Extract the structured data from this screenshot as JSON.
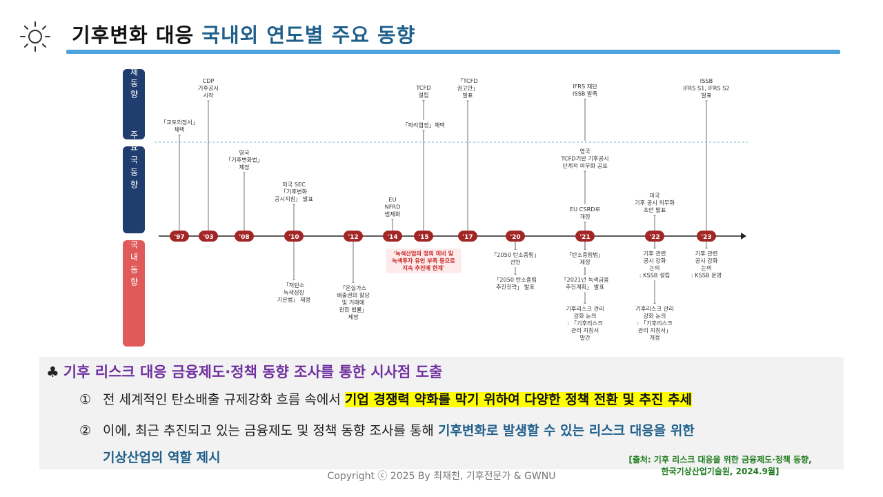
{
  "header": {
    "title_part1": "기후변화 대응",
    "title_part2": "국내외 연도별 주요 동향"
  },
  "timeline": {
    "row_labels": {
      "international": "국제동향",
      "major": "주요국동향",
      "domestic": "국내동향"
    },
    "years": [
      "'97",
      "'03",
      "'08",
      "'10",
      "'12",
      "'14",
      "'15",
      "'17",
      "'20",
      "'21",
      "'22",
      "'23"
    ],
    "international": [
      {
        "year": "'97",
        "lines": [
          "「교토의정서」",
          "채택"
        ]
      },
      {
        "year": "'03",
        "lines": [
          "CDP",
          "기후공시",
          "시작"
        ]
      },
      {
        "year": "'15a",
        "lines": [
          "TCFD",
          "설립"
        ]
      },
      {
        "year": "'15b",
        "lines": [
          "「파리협정」채택"
        ]
      },
      {
        "year": "'17",
        "lines": [
          "「TCFD",
          "권고안」",
          "발표"
        ]
      },
      {
        "year": "'21",
        "lines": [
          "IFRS 재단",
          "ISSB 발족"
        ]
      },
      {
        "year": "'23",
        "lines": [
          "ISSB",
          "IFRS S1, IFRS S2",
          "발표"
        ]
      }
    ],
    "major": [
      {
        "year": "'08",
        "lines": [
          "영국",
          "「기후변화법」",
          "제정"
        ]
      },
      {
        "year": "'10",
        "lines": [
          "미국 SEC",
          "「기후변화",
          "공시지침」 발표"
        ]
      },
      {
        "year": "'14",
        "lines": [
          "EU",
          "NFRD",
          "법제화"
        ]
      },
      {
        "year": "'21a",
        "lines": [
          "영국",
          "TCFD기반 기후공시",
          "단계적 의무화 공표"
        ]
      },
      {
        "year": "'21b",
        "lines": [
          "EU CSRD로",
          "개정"
        ]
      },
      {
        "year": "'22",
        "lines": [
          "미국",
          "기후 공시 의무화",
          "초안 발표"
        ]
      }
    ],
    "domestic": [
      {
        "year": "'10",
        "lines": [
          "「저탄소",
          "녹색성장",
          "기본법」 제정"
        ]
      },
      {
        "year": "'12",
        "lines": [
          "「온실가스",
          "배출권의 할당",
          "및 거래에",
          "관한 법률」",
          "제정"
        ]
      },
      {
        "year": "'15",
        "lines": [
          "'녹색산업의 정의 미비 및",
          "녹색투자 유인 부족 등으로",
          "지속 추진에 한계'"
        ]
      },
      {
        "year": "'20a",
        "lines": [
          "「2050 탄소중립」",
          "선언"
        ]
      },
      {
        "year": "'20b",
        "lines": [
          "「2050 탄소중립",
          "추진전략」 발표"
        ]
      },
      {
        "year": "'21a",
        "lines": [
          "「탄소중립법」",
          "제정"
        ]
      },
      {
        "year": "'21b",
        "lines": [
          "「2021년 녹색금융",
          "추진계획」 발표"
        ]
      },
      {
        "year": "'21c",
        "lines": [
          "기후리스크 관리",
          "강화 논의",
          ": 「기후리스크",
          "관리 지침서",
          "발간"
        ]
      },
      {
        "year": "'22a",
        "lines": [
          "기후 관련",
          "공시 강화",
          "논의",
          ": KSSB 설립"
        ]
      },
      {
        "year": "'22b",
        "lines": [
          "기후리스크 관리",
          "강화 논의",
          ": 「기후리스크",
          "관리 지침서」",
          "개정"
        ]
      },
      {
        "year": "'23",
        "lines": [
          "기후 관련",
          "공시 강화",
          "논의",
          ": KSSB 운영"
        ]
      }
    ]
  },
  "summary": {
    "heading_icon": "club-icon",
    "heading": "기후 리스크 대응 금융제도·정책 동향 조사를 통한 시사점 도출",
    "item1_num": "①",
    "item1_text": "전 세계적인 탄소배출 규제강화 흐름 속에서",
    "item1_highlight": "기업 경쟁력 약화를 막기 위하여 다양한 정책 전환 및 추진 추세",
    "item2_num": "②",
    "item2_text": "이에, 최근 추진되고 있는 금융제도 및 정책 동향 조사를 통해",
    "item2_bold": "기후변화로 발생할 수 있는 리스크 대응을 위한",
    "item2_bold_cont": "기상산업의 역할 제시",
    "source_line1": "[출처: 기후 리스크 대응을 위한 금융제도·정책 동향,",
    "source_line2": "한국기상산업기술원, 2024.9월]"
  },
  "footer": {
    "copyright": "Copyright ⓒ 2025 By 최재천, 기후전문가 & GWNU"
  },
  "colors": {
    "title_blue": "#1f5f8b",
    "bar_blue": "#4da3dc",
    "navy_label": "#1f3d6e",
    "red_label": "#e05a5a",
    "year_dot": "#a32626",
    "heading_purple": "#7030a0",
    "highlight": "#ffff00",
    "source_green": "#1e7b1e"
  }
}
